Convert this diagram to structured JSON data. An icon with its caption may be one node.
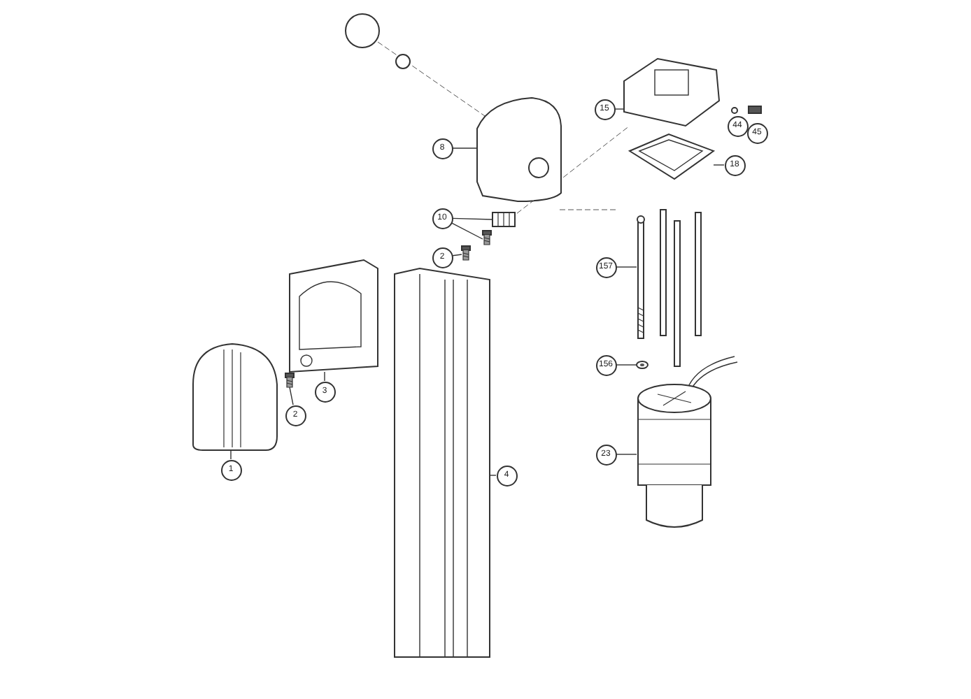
{
  "diagram": {
    "nodes": [
      {
        "text": [
          "1"
        ]
      },
      {
        "text": [],
        "shape": "picture"
      },
      {
        "text": [
          "2"
        ]
      },
      {
        "text": [],
        "shape": "picture"
      },
      {
        "text": [
          "3"
        ]
      },
      {
        "text": [],
        "shape": "picture"
      },
      {
        "text": [
          "2"
        ]
      },
      {
        "text": [],
        "shape": "picture"
      },
      {
        "text": [
          "4"
        ]
      },
      {
        "text": [],
        "shape": "picture"
      },
      {
        "text": [
          "8"
        ]
      },
      {
        "text": [],
        "shape": "picture"
      },
      {
        "text": [
          "10"
        ]
      },
      {
        "text": [],
        "shape": "picture"
      },
      {
        "text": [],
        "shape": "picture"
      },
      {
        "text": [
          "44"
        ]
      },
      {
        "text": [
          "45"
        ]
      },
      {
        "text": [
          "15"
        ]
      },
      {
        "text": [],
        "shape": "picture"
      },
      {
        "text": [
          "18"
        ]
      },
      {
        "text": [],
        "shape": "picture"
      },
      {
        "text": [
          "157"
        ]
      },
      {
        "text": [],
        "shape": "picture"
      },
      {
        "text": [
          "156"
        ]
      },
      {
        "text": [],
        "shape": "picture"
      },
      {
        "text": [
          "23"
        ]
      },
      {
        "text": [],
        "shape": "picture"
      }
    ],
    "edges": [
      {
        "from": 0,
        "to": 1,
        "arrow": "none"
      },
      {
        "from": 2,
        "to": 3,
        "arrow": "none"
      },
      {
        "from": 4,
        "to": 5,
        "arrow": "none"
      },
      {
        "from": 6,
        "to": 7,
        "arrow": "none"
      },
      {
        "from": 8,
        "to": 9,
        "arrow": "none"
      },
      {
        "from": 10,
        "to": 11,
        "arrow": "none"
      },
      {
        "from": 12,
        "to": 13,
        "arrow": "none"
      },
      {
        "from": 12,
        "to": 14,
        "arrow": "none"
      },
      {
        "from": 17,
        "to": 18,
        "arrow": "none"
      },
      {
        "from": 19,
        "to": 20,
        "arrow": "none"
      },
      {
        "from": 21,
        "to": 22,
        "arrow": "none"
      },
      {
        "from": 23,
        "to": 24,
        "arrow": "none"
      },
      {
        "from": 25,
        "to": 26,
        "arrow": "none"
      }
    ]
  }
}
